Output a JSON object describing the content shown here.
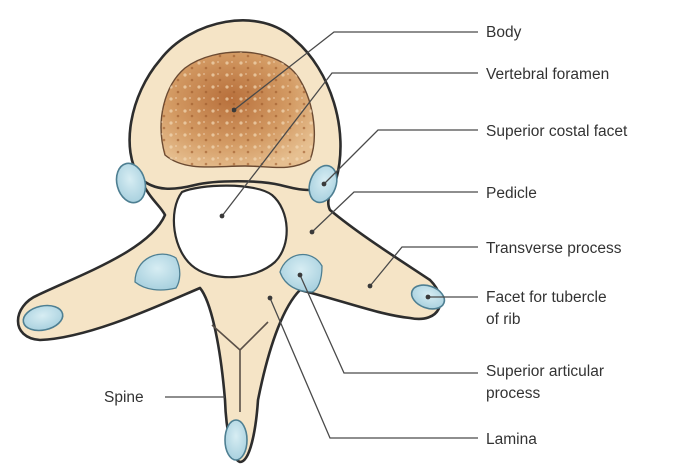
{
  "diagram": {
    "colors": {
      "bone_fill": "#f5e4c6",
      "bone_outline": "#2d2d2d",
      "body_spongy": "#c98c57",
      "facet_fill": "#b9dbe6",
      "facet_outline": "#4e7f92",
      "leader_line": "#4a4a4a",
      "label_text": "#333333"
    },
    "labels": {
      "body": "Body",
      "vertebral_foramen": "Vertebral foramen",
      "superior_costal_facet": "Superior costal facet",
      "pedicle": "Pedicle",
      "transverse_process": "Transverse process",
      "facet_tubercle_line1": "Facet for tubercle",
      "facet_tubercle_line2": "of rib",
      "superior_articular_line1": "Superior articular",
      "superior_articular_line2": "process",
      "lamina": "Lamina",
      "spine": "Spine"
    }
  }
}
